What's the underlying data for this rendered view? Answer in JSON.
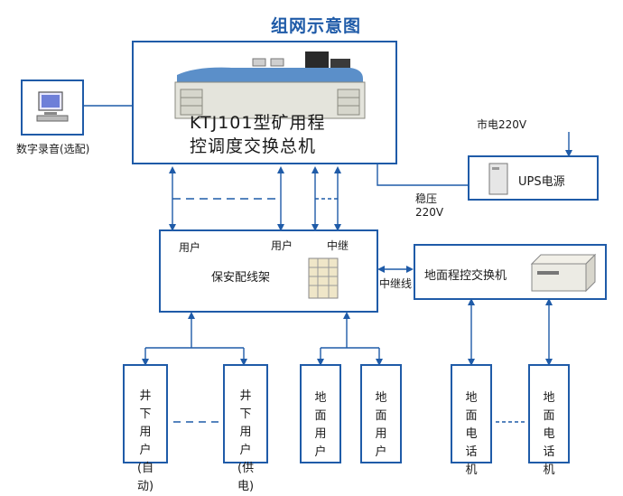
{
  "title": "组网示意图",
  "nodes": {
    "main_switch": {
      "line1": "KTJ101型矿用程",
      "line2": "控调度交换总机"
    },
    "recorder": {
      "label": "数字录音(选配)"
    },
    "ups": {
      "label": "UPS电源"
    },
    "mains_power": {
      "label": "市电220V"
    },
    "regulated_power": {
      "line1": "稳压",
      "line2": "220V"
    },
    "distribution_frame": {
      "label": "保安配线架",
      "port_user_1": "用户",
      "port_user_2": "用户",
      "port_relay": "中继"
    },
    "relay_line": {
      "label": "中继线"
    },
    "surface_switch": {
      "label": "地面程控交换机"
    }
  },
  "endpoints": [
    {
      "text": "井下用户(自动)"
    },
    {
      "text": "井下用户(供电)"
    },
    {
      "text": "地面用户"
    },
    {
      "text": "地面用户"
    },
    {
      "text": "地面电话机"
    },
    {
      "text": "地面电话机"
    }
  ],
  "colors": {
    "border": "#1f5ba8",
    "line": "#1f5ba8",
    "title": "#1f5ba8"
  }
}
